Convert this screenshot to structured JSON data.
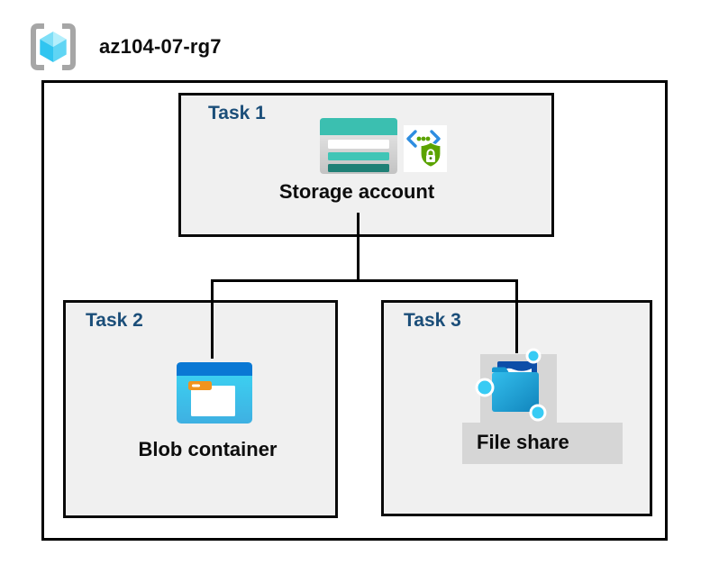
{
  "diagram": {
    "title": "az104-07-rg7",
    "title_icon": "resource-group-icon"
  },
  "colors": {
    "task_label": "#1B4E79",
    "box_fill": "#F0F0F0",
    "box_border": "#000000",
    "connector": "#000000",
    "highlight_gray": "#D6D6D6",
    "storage_teal": "#3BBFB0",
    "storage_teal_mid": "#40C5B6",
    "storage_teal_dark": "#1F8076",
    "blob_top_blue": "#0A78D4",
    "blob_body_cyan": "#3CD7F4",
    "folder_orange": "#F0941E",
    "file_share_blue": "#1184BC",
    "node_cyan": "#38CBF4",
    "node_link_navy": "#1464A8",
    "sas_green": "#5BA300",
    "sas_bracket_blue": "#2E8DE0",
    "rg_bracket_gray": "#A6A6A6",
    "rg_cube_light": "#B4EFFC",
    "rg_cube_mid": "#7FDFF7",
    "rg_cube_dark": "#30C5F0"
  },
  "tasks": [
    {
      "label": "Task 1",
      "resource": "Storage account",
      "icons": [
        "storage-account-icon",
        "sas-shield-icon"
      ]
    },
    {
      "label": "Task 2",
      "resource": "Blob container",
      "icons": [
        "blob-container-icon"
      ]
    },
    {
      "label": "Task 3",
      "resource": "File share",
      "icons": [
        "file-share-icon"
      ]
    }
  ],
  "connections": [
    {
      "from": "Storage account",
      "to": "Blob container"
    },
    {
      "from": "Storage account",
      "to": "File share"
    }
  ]
}
